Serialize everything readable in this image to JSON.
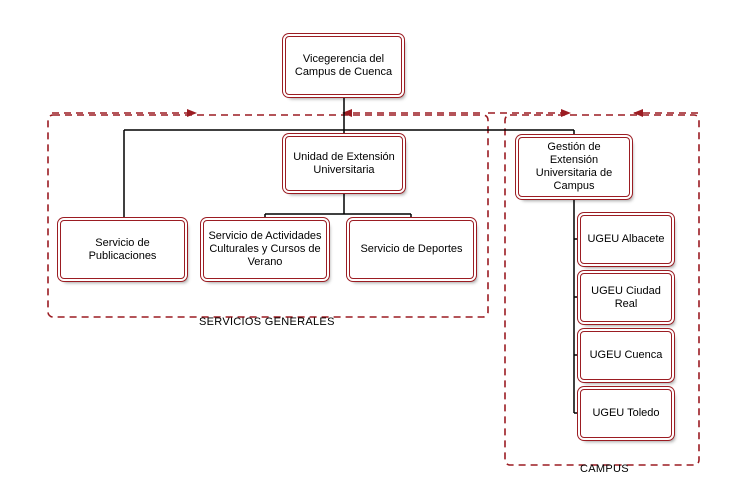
{
  "nodes": {
    "vicegerencia": "Vicegerencia del Campus de Cuenca",
    "unidad_extension": "Unidad de Extensión Universitaria",
    "gestion_extension": "Gestión de Extensión Universitaria de Campus",
    "servicio_publicaciones": "Servicio de Publicaciones",
    "servicio_actividades": "Servicio de Actividades Culturales y Cursos de Verano",
    "servicio_deportes": "Servicio de Deportes",
    "ugeu_albacete": "UGEU Albacete",
    "ugeu_ciudad_real": "UGEU Ciudad Real",
    "ugeu_cuenca": "UGEU Cuenca",
    "ugeu_toledo": "UGEU Toledo"
  },
  "groups": {
    "servicios_generales": "SERVICIOS GENERALES",
    "campus": "CAMPUS"
  },
  "colors": {
    "accent": "#9b1c22",
    "connector": "#000000"
  }
}
